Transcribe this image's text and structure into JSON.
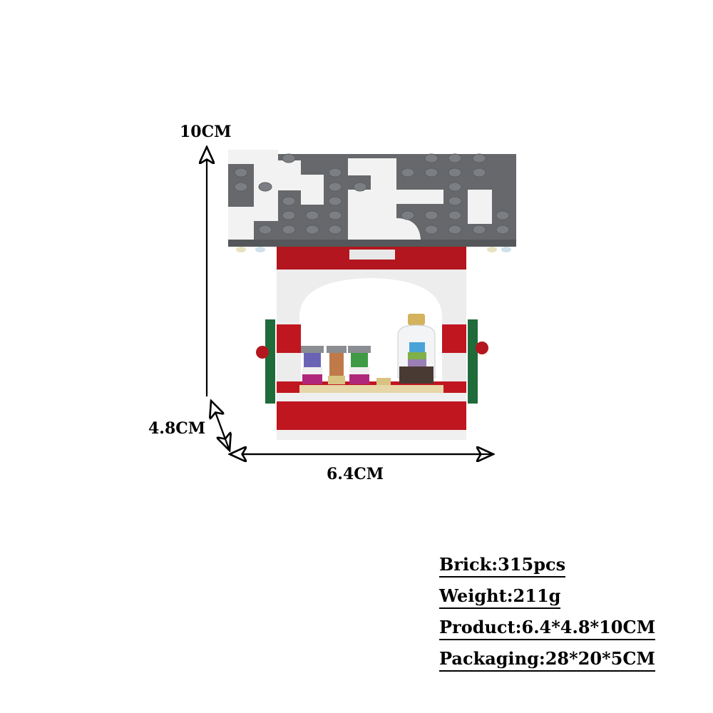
{
  "dimensions": {
    "height_label": "10CM",
    "depth_label": "4.8CM",
    "width_label": "6.4CM"
  },
  "specs": [
    {
      "label": "Brick:315pcs"
    },
    {
      "label": "Weight:211g"
    },
    {
      "label": "Product:6.4*4.8*10CM"
    },
    {
      "label": "Packaging:28*20*5CM"
    }
  ],
  "product": {
    "name": "brick-built market stall",
    "colors": {
      "roof_gray": "#6b6d70",
      "stud_gray": "#7d8084",
      "snow_white": "#f4f4f4",
      "red": "#b8171f",
      "dark_red": "#8e1016",
      "tan": "#e6d6a8",
      "green": "#1f6b3a"
    }
  }
}
